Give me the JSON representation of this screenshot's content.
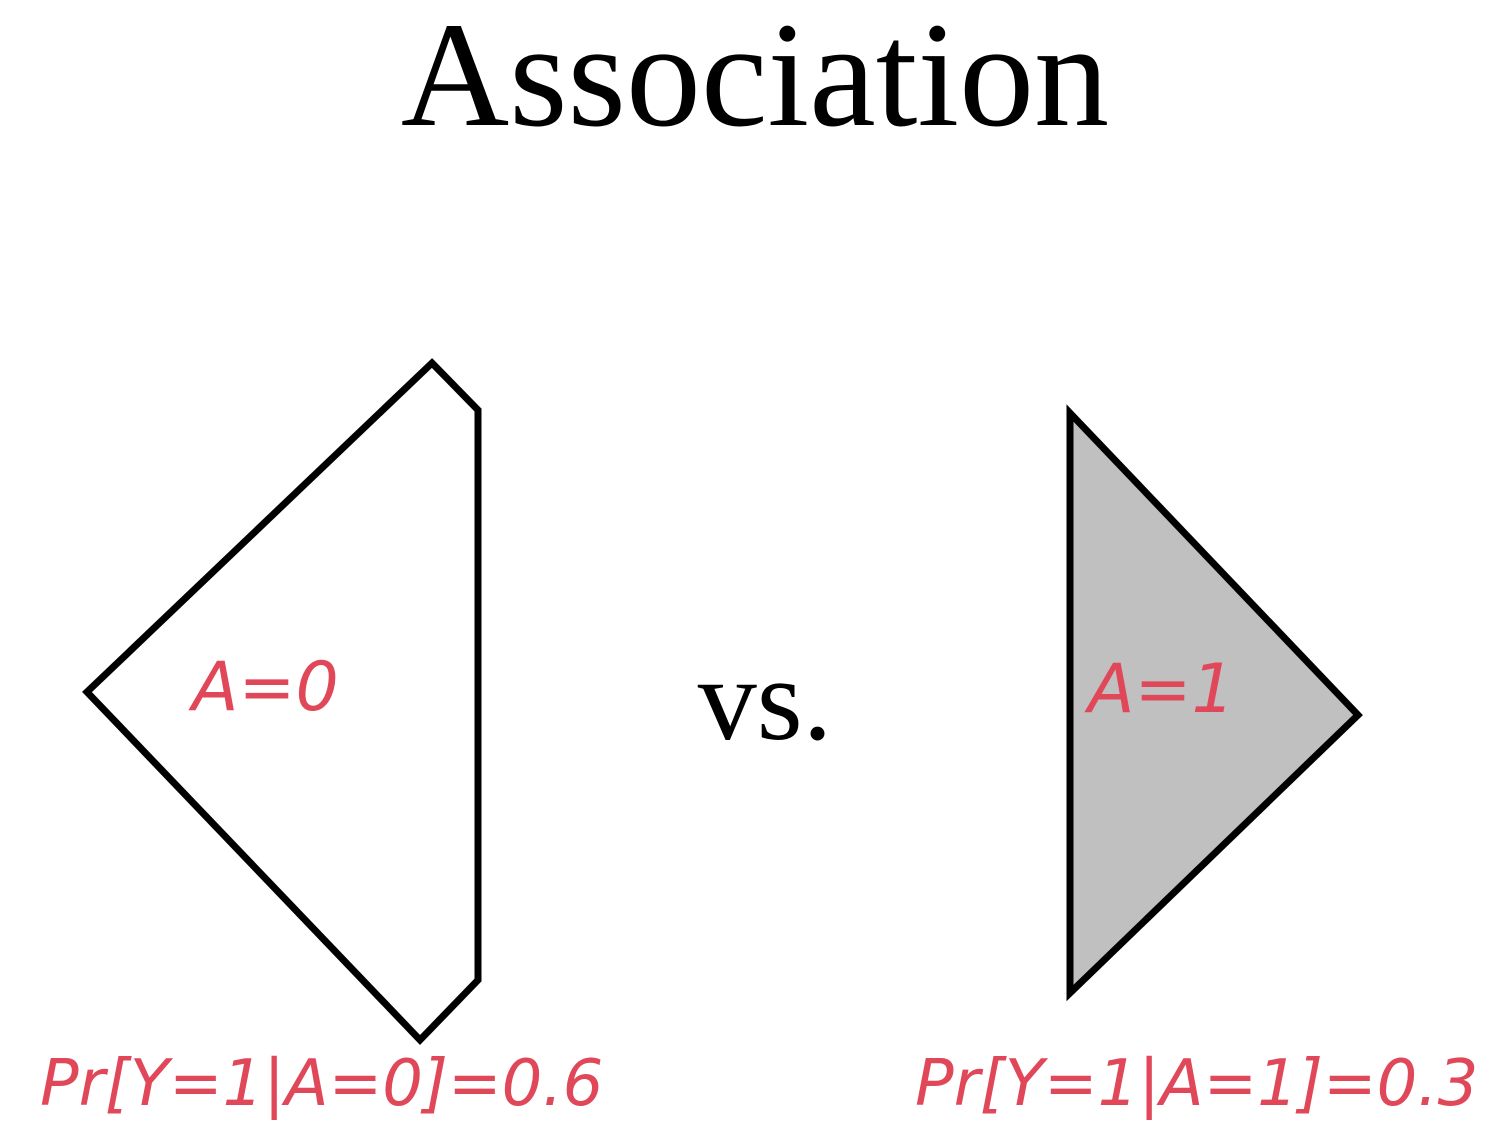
{
  "title": "Association",
  "separator": "vs.",
  "left_group": {
    "label": "A=0",
    "probability": "Pr[Y=1|A=0]=0.6",
    "fill_color": "#ffffff"
  },
  "right_group": {
    "label": "A=1",
    "probability": "Pr[Y=1|A=1]=0.3",
    "fill_color": "#c0c0c0"
  },
  "colors": {
    "annotation": "#e0485a",
    "outline": "#000000"
  }
}
